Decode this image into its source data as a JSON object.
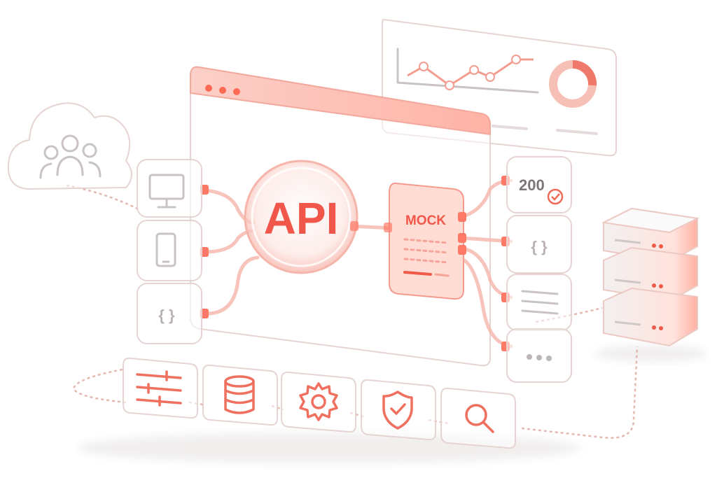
{
  "diagram": {
    "center_label": "API",
    "mock_label": "MOCK",
    "status_code": "200",
    "left_code_glyph": "{ }",
    "right_code_glyph": "{ }",
    "accent_color": "#f0574a"
  },
  "icons": {
    "cloud": "users-cloud-icon",
    "clients": [
      "monitor-icon",
      "mobile-icon",
      "code-braces-icon"
    ],
    "responses": [
      "status-200-check-icon",
      "json-braces-icon",
      "text-lines-icon",
      "ellipsis-icon"
    ],
    "tools": [
      "sliders-icon",
      "database-icon",
      "gear-icon",
      "shield-check-icon",
      "search-icon"
    ],
    "server": "server-stack-icon",
    "dashboard": "analytics-dashboard-icon"
  }
}
